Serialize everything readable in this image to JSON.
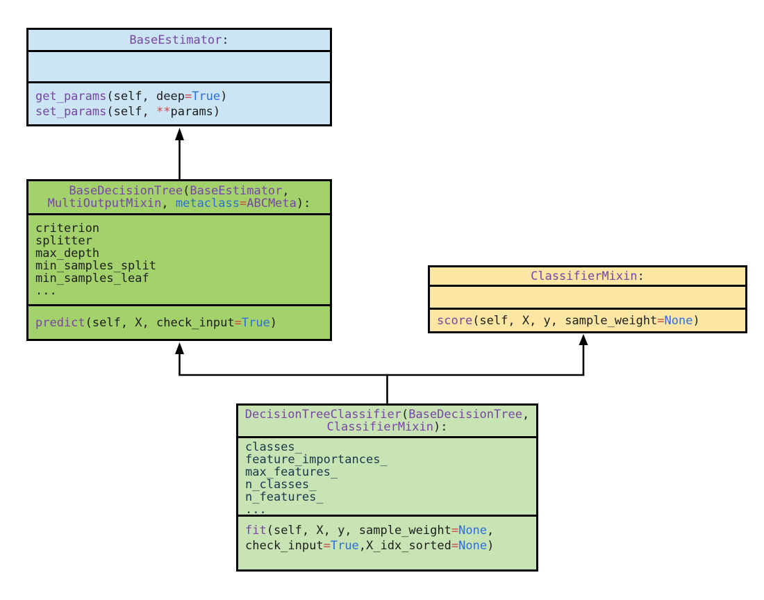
{
  "diagram": {
    "background": "#ffffff",
    "colors": {
      "border": "#000000",
      "class_name": "#7645a5",
      "keyword": "#2d6fd4",
      "operator": "#cd4a45",
      "plain": "#1d1d1d",
      "attribute": "#17374d"
    },
    "boxes": {
      "base_estimator": {
        "class_name": "BaseEstimator",
        "fill": "#cbe5f4",
        "title_lines": [
          [
            {
              "t": "BaseEstimator",
              "c": "cls"
            },
            {
              "t": ":",
              "c": "pl"
            }
          ]
        ],
        "attribute_lines": [],
        "method_lines": [
          [
            {
              "t": "get_params",
              "c": "cls"
            },
            {
              "t": "(self, deep",
              "c": "pl"
            },
            {
              "t": "=",
              "c": "op"
            },
            {
              "t": "True",
              "c": "kw"
            },
            {
              "t": ")",
              "c": "pl"
            }
          ],
          [
            {
              "t": "set_params",
              "c": "cls"
            },
            {
              "t": "(self, ",
              "c": "pl"
            },
            {
              "t": "**",
              "c": "op"
            },
            {
              "t": "params)",
              "c": "pl"
            }
          ]
        ]
      },
      "base_decision_tree": {
        "class_name": "BaseDecisionTree",
        "fill": "#a3d16c",
        "title_lines": [
          [
            {
              "t": "BaseDecisionTree",
              "c": "cls"
            },
            {
              "t": "(",
              "c": "pl"
            },
            {
              "t": "BaseEstimator",
              "c": "cls"
            },
            {
              "t": ",",
              "c": "pl"
            }
          ],
          [
            {
              "t": "MultiOutputMixin",
              "c": "cls"
            },
            {
              "t": ", ",
              "c": "pl"
            },
            {
              "t": "metaclass",
              "c": "kw"
            },
            {
              "t": "=",
              "c": "op"
            },
            {
              "t": "ABCMeta",
              "c": "cls"
            },
            {
              "t": "):",
              "c": "pl"
            }
          ]
        ],
        "attribute_lines": [
          [
            {
              "t": "criterion",
              "c": "pl"
            }
          ],
          [
            {
              "t": "splitter",
              "c": "pl"
            }
          ],
          [
            {
              "t": "max_depth",
              "c": "pl"
            }
          ],
          [
            {
              "t": "min_samples_split",
              "c": "pl"
            }
          ],
          [
            {
              "t": "min_samples_leaf",
              "c": "pl"
            }
          ],
          [
            {
              "t": "...",
              "c": "pl"
            }
          ]
        ],
        "method_lines": [
          [
            {
              "t": "predict",
              "c": "cls"
            },
            {
              "t": "(self, X, check_input",
              "c": "pl"
            },
            {
              "t": "=",
              "c": "op"
            },
            {
              "t": "True",
              "c": "kw"
            },
            {
              "t": ")",
              "c": "pl"
            }
          ]
        ]
      },
      "classifier_mixin": {
        "class_name": "ClassifierMixin",
        "fill": "#fbe7a3",
        "title_lines": [
          [
            {
              "t": "ClassifierMixin",
              "c": "cls"
            },
            {
              "t": ":",
              "c": "pl"
            }
          ]
        ],
        "attribute_lines": [],
        "method_lines": [
          [
            {
              "t": "score",
              "c": "cls"
            },
            {
              "t": "(self, X, y, sample_weight",
              "c": "pl"
            },
            {
              "t": "=",
              "c": "op"
            },
            {
              "t": "None",
              "c": "kw"
            },
            {
              "t": ")",
              "c": "pl"
            }
          ]
        ]
      },
      "decision_tree_classifier": {
        "class_name": "DecisionTreeClassifier",
        "fill": "#c9e4b4",
        "title_lines": [
          [
            {
              "t": "DecisionTreeClassifier",
              "c": "cls"
            },
            {
              "t": "(",
              "c": "pl"
            },
            {
              "t": "BaseDecisionTree",
              "c": "cls"
            },
            {
              "t": ",",
              "c": "pl"
            }
          ],
          [
            {
              "t": "ClassifierMixin",
              "c": "cls"
            },
            {
              "t": "):",
              "c": "pl"
            }
          ]
        ],
        "attribute_lines": [
          [
            {
              "t": "classes_",
              "c": "attr"
            }
          ],
          [
            {
              "t": "feature_importances_",
              "c": "attr"
            }
          ],
          [
            {
              "t": "max_features_",
              "c": "attr"
            }
          ],
          [
            {
              "t": "n_classes_",
              "c": "attr"
            }
          ],
          [
            {
              "t": "n_features_",
              "c": "attr"
            }
          ],
          [
            {
              "t": "...",
              "c": "attr"
            }
          ]
        ],
        "method_lines": [
          [
            {
              "t": "fit",
              "c": "cls"
            },
            {
              "t": "(self, X, y, sample_weight",
              "c": "pl"
            },
            {
              "t": "=",
              "c": "op"
            },
            {
              "t": "None",
              "c": "kw"
            },
            {
              "t": ",",
              "c": "pl"
            }
          ],
          [
            {
              "t": "check_input",
              "c": "pl"
            },
            {
              "t": "=",
              "c": "op"
            },
            {
              "t": "True",
              "c": "kw"
            },
            {
              "t": ",X_idx_sorted",
              "c": "pl"
            },
            {
              "t": "=",
              "c": "op"
            },
            {
              "t": "None",
              "c": "kw"
            },
            {
              "t": ")",
              "c": "pl"
            }
          ]
        ]
      }
    },
    "relations": [
      {
        "from": "BaseDecisionTree",
        "to": "BaseEstimator",
        "type": "inheritance"
      },
      {
        "from": "DecisionTreeClassifier",
        "to": "BaseDecisionTree",
        "type": "inheritance"
      },
      {
        "from": "DecisionTreeClassifier",
        "to": "ClassifierMixin",
        "type": "inheritance"
      }
    ]
  }
}
